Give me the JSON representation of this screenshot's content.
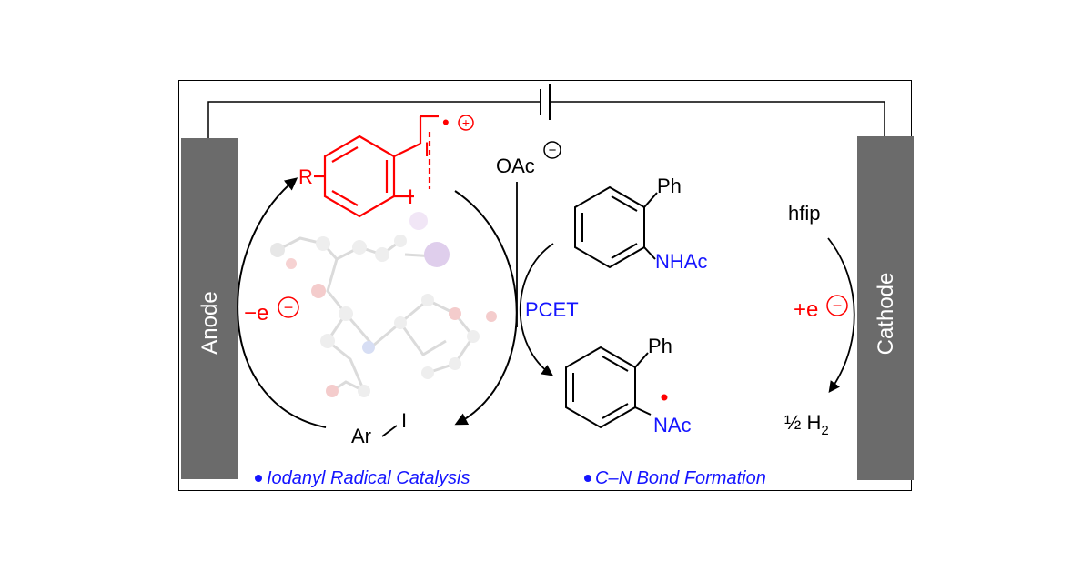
{
  "electrodes": {
    "anode": "Anode",
    "cathode": "Cathode"
  },
  "catalyst": {
    "substituent": "R",
    "radical_charge": "•",
    "plus_sign": "+",
    "iodine_top": "I",
    "iodine_bottom": "I",
    "reduced_form_ar": "Ar",
    "reduced_form_i": "I"
  },
  "anode_step": {
    "label": "−e",
    "charge": "−"
  },
  "acetate": {
    "label": "OAc",
    "charge": "−"
  },
  "pcet_label": "PCET",
  "substrate": {
    "phenyl": "Ph",
    "amide": "NHAc"
  },
  "radical_product": {
    "phenyl": "Ph",
    "amide_radical": "NAc",
    "radical_dot": "•"
  },
  "cathode_step": {
    "solvent": "hfip",
    "label": "+e",
    "charge": "−",
    "product": "½ H",
    "product_subscript": "2"
  },
  "footer": {
    "bullet_1": "Iodanyl Radical Catalysis",
    "bullet_2": "C–N Bond Formation"
  },
  "colors": {
    "red": "#ff0000",
    "blue": "#1515ff",
    "electrode": "#6b6b6b",
    "black": "#000000"
  }
}
